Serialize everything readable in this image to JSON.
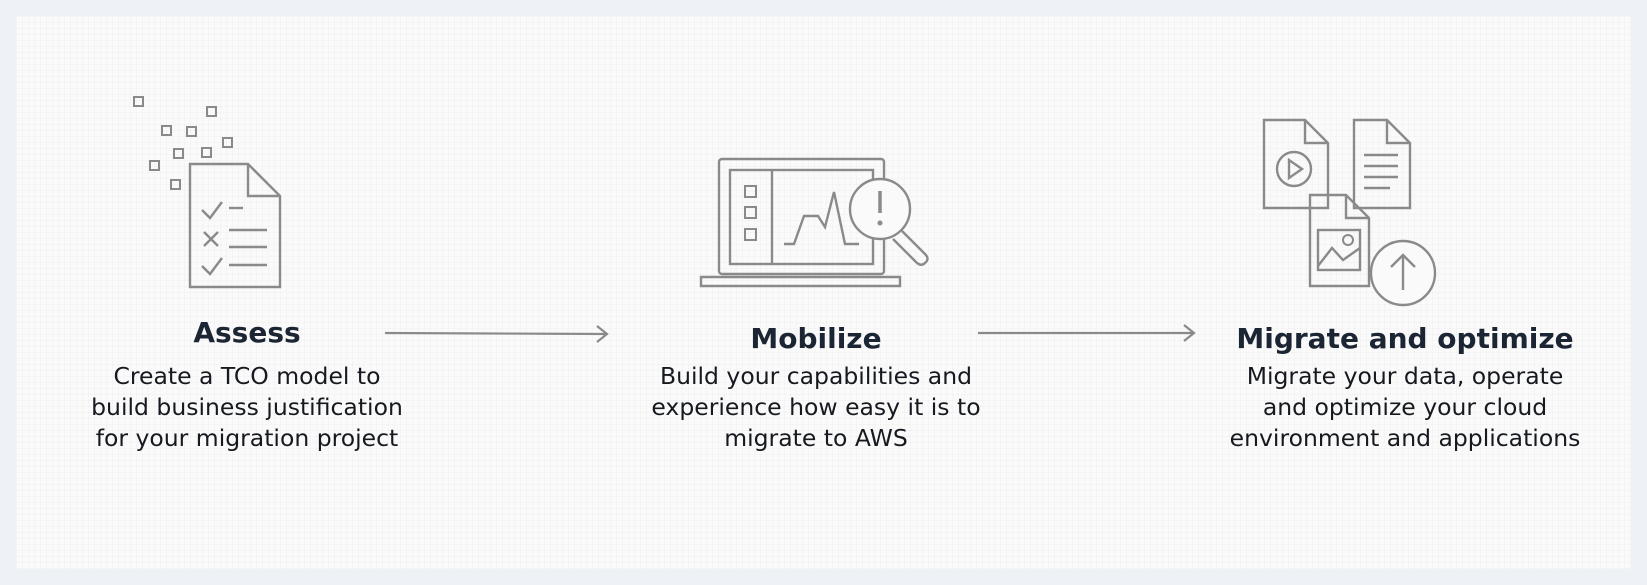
{
  "steps": [
    {
      "title": "Assess",
      "description": [
        "Create a TCO model to",
        "build business justification",
        "for your migration project"
      ],
      "icon": "checklist-document-icon"
    },
    {
      "title": "Mobilize",
      "description": [
        "Build your capabilities and",
        "experience how easy it is to",
        "migrate to AWS"
      ],
      "icon": "laptop-alert-magnifier-icon"
    },
    {
      "title": "Migrate and optimize",
      "description": [
        "Migrate your data, operate",
        "and optimize your cloud",
        "environment and applications"
      ],
      "icon": "files-upload-icon"
    }
  ],
  "colors": {
    "icon_stroke": "#8a8a8a",
    "title_text": "#1b2533",
    "body_text": "#16191f",
    "background": "#fafafa",
    "border": "#eef2f6"
  }
}
